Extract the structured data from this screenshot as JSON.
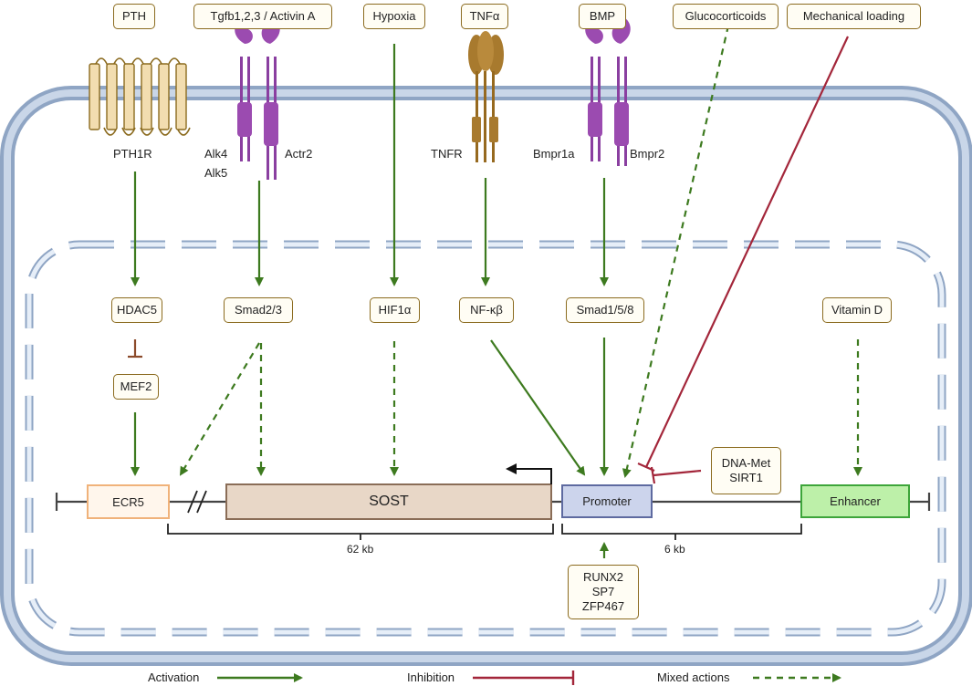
{
  "signals": {
    "pth": "PTH",
    "tgfb": "Tgfb1,2,3 / Activin A",
    "hypoxia": "Hypoxia",
    "tnfa": "TNFα",
    "bmp": "BMP",
    "glucocorticoids": "Glucocorticoids",
    "mechanical": "Mechanical loading"
  },
  "receptors": {
    "pth1r": "PTH1R",
    "alk4": "Alk4",
    "alk5": "Alk5",
    "actr2": "Actr2",
    "tnfr": "TNFR",
    "bmpr1a": "Bmpr1a",
    "bmpr2": "Bmpr2"
  },
  "nuclear": {
    "hdac5": "HDAC5",
    "mef2": "MEF2",
    "smad23": "Smad2/3",
    "hif1a": "HIF1α",
    "nfkb": "NF-κβ",
    "smad158": "Smad1/5/8",
    "vitd": "Vitamin D",
    "dnamet_1": "DNA-Met",
    "dnamet_2": "SIRT1",
    "tf_1": "RUNX2",
    "tf_2": "SP7",
    "tf_3": "ZFP467"
  },
  "gene": {
    "ecr5": "ECR5",
    "sost": "SOST",
    "promoter": "Promoter",
    "enhancer": "Enhancer",
    "dist_62": "62 kb",
    "dist_6": "6 kb"
  },
  "legend": {
    "activation": "Activation",
    "inhibition": "Inhibition",
    "mixed": "Mixed actions"
  },
  "colors": {
    "activation": "#3d7a1f",
    "inhibition": "#a3263a",
    "membrane": "#a9bcd6",
    "receptor_purple": "#9b4bb0",
    "tnfr_brown": "#a87a2e",
    "box_border": "#8b6b1f"
  }
}
